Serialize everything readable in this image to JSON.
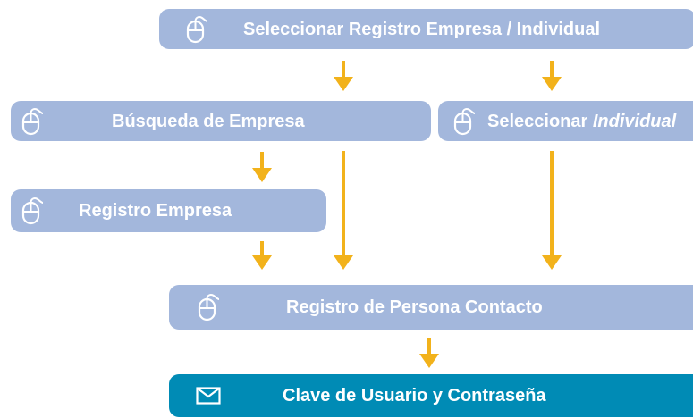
{
  "colors": {
    "box": "#a3b7dc",
    "final_box": "#008bb5",
    "arrow": "#f2b21b",
    "text": "#ffffff"
  },
  "steps": {
    "select_type": {
      "label": "Seleccionar Registro Empresa / Individual",
      "icon": "mouse-icon"
    },
    "company_search": {
      "label": "Búsqueda de Empresa",
      "icon": "mouse-icon"
    },
    "select_individual": {
      "label_prefix": "Seleccionar ",
      "label_emphasis": "Individual",
      "icon": "mouse-icon"
    },
    "company_registration": {
      "label": "Registro Empresa",
      "icon": "mouse-icon"
    },
    "contact_registration": {
      "label": "Registro de Persona Contacto",
      "icon": "mouse-icon"
    },
    "credentials": {
      "label": "Clave de Usuario y Contraseña",
      "icon": "envelope-icon"
    }
  }
}
